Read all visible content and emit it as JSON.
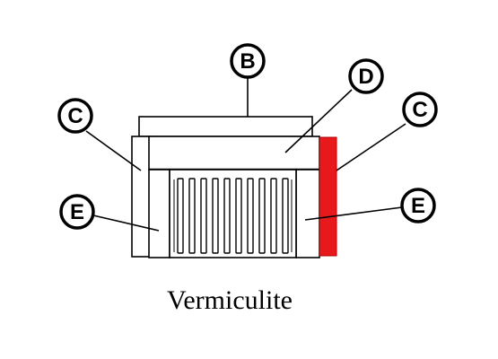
{
  "diagram": {
    "caption": "Vermiculite",
    "callouts": {
      "b": "B",
      "d": "D",
      "c_left": "C",
      "c_right": "C",
      "e_left": "E",
      "e_right": "E"
    },
    "highlight_color": "#e8191b",
    "line_color": "#000000",
    "background": "#ffffff"
  }
}
